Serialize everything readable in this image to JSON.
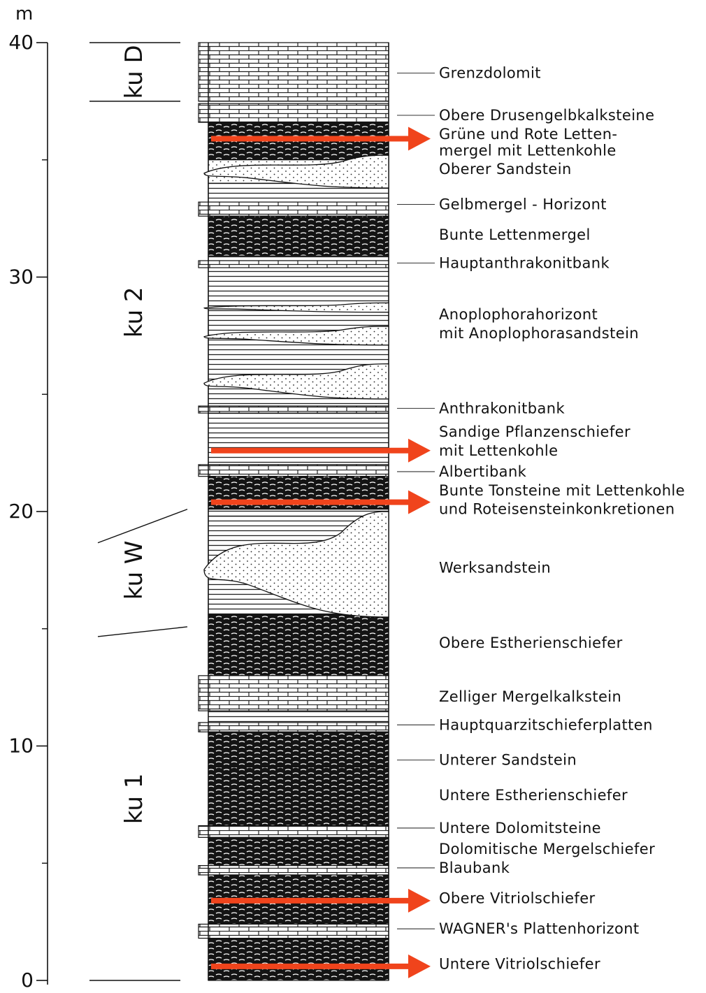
{
  "axis": {
    "unit": "m",
    "ticks": [
      {
        "value": 0,
        "label": "0"
      },
      {
        "value": 10,
        "label": "10"
      },
      {
        "value": 20,
        "label": "20"
      },
      {
        "value": 30,
        "label": "30"
      },
      {
        "value": 40,
        "label": "40"
      }
    ],
    "minor_ticks": [
      5,
      15,
      25,
      35
    ],
    "range": [
      0,
      40
    ]
  },
  "units": [
    {
      "name": "ku D",
      "base_m": 37.5,
      "top_m": 40.0
    },
    {
      "name": "ku 2",
      "base_m": 19.5,
      "top_m": 37.5
    },
    {
      "name": "ku W",
      "base_m": 15.5,
      "top_m": 19.5
    },
    {
      "name": "ku 1",
      "base_m": 0.0,
      "top_m": 15.5
    }
  ],
  "layers": [
    {
      "label": "Grenzdolomit",
      "depth_m": 38.7,
      "leader": true
    },
    {
      "label": "Obere Drusengelbkalksteine",
      "depth_m": 36.9,
      "leader": true
    },
    {
      "label": "Grüne und Rote Letten-",
      "depth_m": 36.1,
      "leader": false
    },
    {
      "label": "mergel mit Lettenkohle",
      "depth_m": 35.4,
      "leader": false
    },
    {
      "label": "Oberer Sandstein",
      "depth_m": 34.6,
      "leader": false
    },
    {
      "label": "Gelbmergel - Horizont",
      "depth_m": 33.1,
      "leader": true
    },
    {
      "label": "Bunte Lettenmergel",
      "depth_m": 31.8,
      "leader": false
    },
    {
      "label": "Hauptanthrakonitbank",
      "depth_m": 30.6,
      "leader": true
    },
    {
      "label": "Anoplophorahorizont",
      "depth_m": 28.4,
      "leader": false
    },
    {
      "label": "mit Anoplophorasandstein",
      "depth_m": 27.6,
      "leader": false
    },
    {
      "label": "Anthrakonitbank",
      "depth_m": 24.4,
      "leader": true
    },
    {
      "label": "Sandige Pflanzenschiefer",
      "depth_m": 23.4,
      "leader": false
    },
    {
      "label": "mit Lettenkohle",
      "depth_m": 22.6,
      "leader": false
    },
    {
      "label": "Albertibank",
      "depth_m": 21.7,
      "leader": true
    },
    {
      "label": "Bunte Tonsteine mit Lettenkohle",
      "depth_m": 20.9,
      "leader": false
    },
    {
      "label": "und Roteisensteinkonkretionen",
      "depth_m": 20.1,
      "leader": false
    },
    {
      "label": "Werksandstein",
      "depth_m": 17.6,
      "leader": false
    },
    {
      "label": "Obere Estherienschiefer",
      "depth_m": 14.4,
      "leader": false
    },
    {
      "label": "Zelliger Mergelkalkstein",
      "depth_m": 12.1,
      "leader": false
    },
    {
      "label": "Hauptquarzitschieferplatten",
      "depth_m": 10.9,
      "leader": true
    },
    {
      "label": "Unterer Sandstein",
      "depth_m": 9.4,
      "leader": true
    },
    {
      "label": "Untere Estherienschiefer",
      "depth_m": 7.9,
      "leader": false
    },
    {
      "label": "Untere Dolomitsteine",
      "depth_m": 6.5,
      "leader": true
    },
    {
      "label": "Dolomitische Mergelschiefer",
      "depth_m": 5.6,
      "leader": false
    },
    {
      "label": "Blaubank",
      "depth_m": 4.8,
      "leader": true
    },
    {
      "label": "Obere Vitriolschiefer",
      "depth_m": 3.5,
      "leader": false
    },
    {
      "label": "WAGNER's Plattenhorizont",
      "depth_m": 2.2,
      "leader": true
    },
    {
      "label": "Untere Vitriolschiefer",
      "depth_m": 0.7,
      "leader": false
    }
  ],
  "highlight_arrows": {
    "color": "#f0441c",
    "depths_m": [
      35.9,
      22.6,
      20.4,
      3.4,
      0.6
    ]
  },
  "lithology": [
    {
      "kind": "carbonate",
      "base_m": 37.5,
      "top_m": 40.0
    },
    {
      "kind": "carbonate",
      "base_m": 36.6,
      "top_m": 37.4
    },
    {
      "kind": "mudstone",
      "base_m": 35.0,
      "top_m": 36.6
    },
    {
      "kind": "sandstone",
      "base_m": 34.0,
      "top_m": 35.0
    },
    {
      "kind": "shale",
      "base_m": 33.2,
      "top_m": 34.0
    },
    {
      "kind": "carbonate",
      "base_m": 32.6,
      "top_m": 33.2
    },
    {
      "kind": "mudstone",
      "base_m": 30.9,
      "top_m": 32.6
    },
    {
      "kind": "shale",
      "base_m": 30.7,
      "top_m": 30.9
    },
    {
      "kind": "carbonate",
      "base_m": 30.4,
      "top_m": 30.7
    },
    {
      "kind": "shale",
      "base_m": 24.5,
      "top_m": 30.4
    },
    {
      "kind": "carbonate",
      "base_m": 24.2,
      "top_m": 24.5
    },
    {
      "kind": "shale",
      "base_m": 22.0,
      "top_m": 24.2
    },
    {
      "kind": "carbonate",
      "base_m": 21.5,
      "top_m": 22.0
    },
    {
      "kind": "mudstone",
      "base_m": 20.1,
      "top_m": 21.5
    },
    {
      "kind": "shale",
      "base_m": 19.8,
      "top_m": 20.1
    },
    {
      "kind": "shale",
      "base_m": 15.6,
      "top_m": 19.8
    },
    {
      "kind": "mudstone",
      "base_m": 13.0,
      "top_m": 15.6
    },
    {
      "kind": "carbonate",
      "base_m": 11.5,
      "top_m": 13.0
    },
    {
      "kind": "carbonate",
      "base_m": 10.6,
      "top_m": 11.0
    },
    {
      "kind": "mudstone",
      "base_m": 9.1,
      "top_m": 10.6
    },
    {
      "kind": "mudstone",
      "base_m": 6.6,
      "top_m": 9.1
    },
    {
      "kind": "carbonate",
      "base_m": 6.1,
      "top_m": 6.6
    },
    {
      "kind": "mudstone",
      "base_m": 4.9,
      "top_m": 6.1
    },
    {
      "kind": "carbonate",
      "base_m": 4.5,
      "top_m": 4.9
    },
    {
      "kind": "mudstone",
      "base_m": 2.4,
      "top_m": 4.5
    },
    {
      "kind": "carbonate",
      "base_m": 1.8,
      "top_m": 2.4
    },
    {
      "kind": "mudstone",
      "base_m": 0.0,
      "top_m": 1.8
    }
  ],
  "lenses": [
    {
      "kind": "sandstone",
      "base_m": 33.8,
      "top_m": 35.2
    },
    {
      "kind": "sandstone",
      "base_m": 28.5,
      "top_m": 28.9
    },
    {
      "kind": "sandstone",
      "base_m": 27.1,
      "top_m": 27.9
    },
    {
      "kind": "sandstone",
      "base_m": 24.8,
      "top_m": 26.3
    },
    {
      "kind": "sandstone",
      "base_m": 15.5,
      "top_m": 20.0
    }
  ]
}
